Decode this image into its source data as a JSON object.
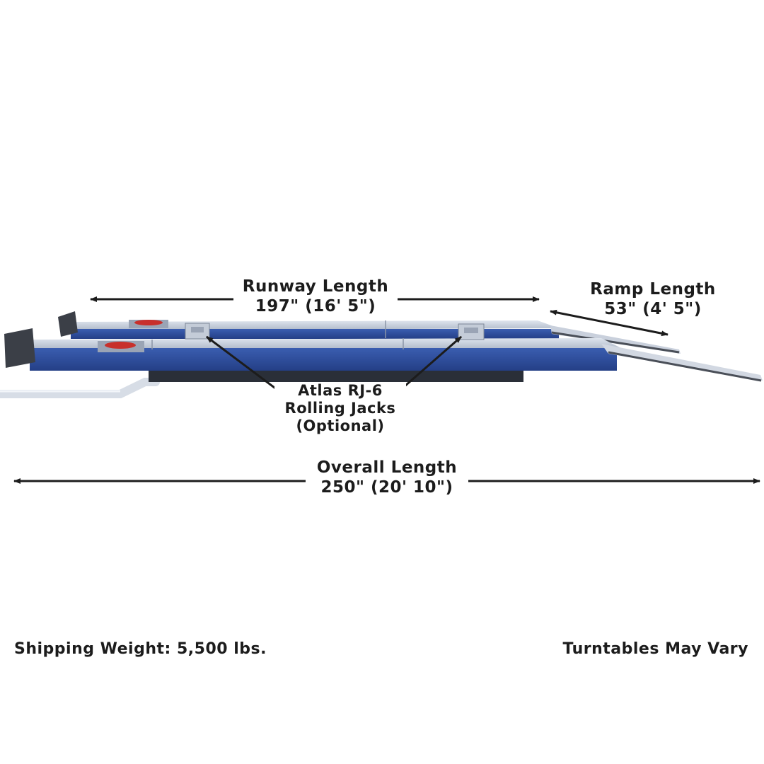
{
  "dimensions": {
    "runway": {
      "line1": "Runway Length",
      "line2": "197\" (16' 5\")"
    },
    "ramp": {
      "line1": "Ramp Length",
      "line2": "53\" (4' 5\")"
    },
    "overall": {
      "line1": "Overall Length",
      "line2": "250\" (20' 10\")"
    }
  },
  "callout": {
    "line1": "Atlas RJ-6",
    "line2": "Rolling Jacks",
    "line3": "(Optional)"
  },
  "footer": {
    "shipping_weight": "Shipping Weight: 5,500 lbs.",
    "turntables_note": "Turntables May Vary"
  },
  "colors": {
    "lift_blue": "#2f4f9e",
    "lift_top": "#c9d1de",
    "text": "#1c1c1c"
  }
}
